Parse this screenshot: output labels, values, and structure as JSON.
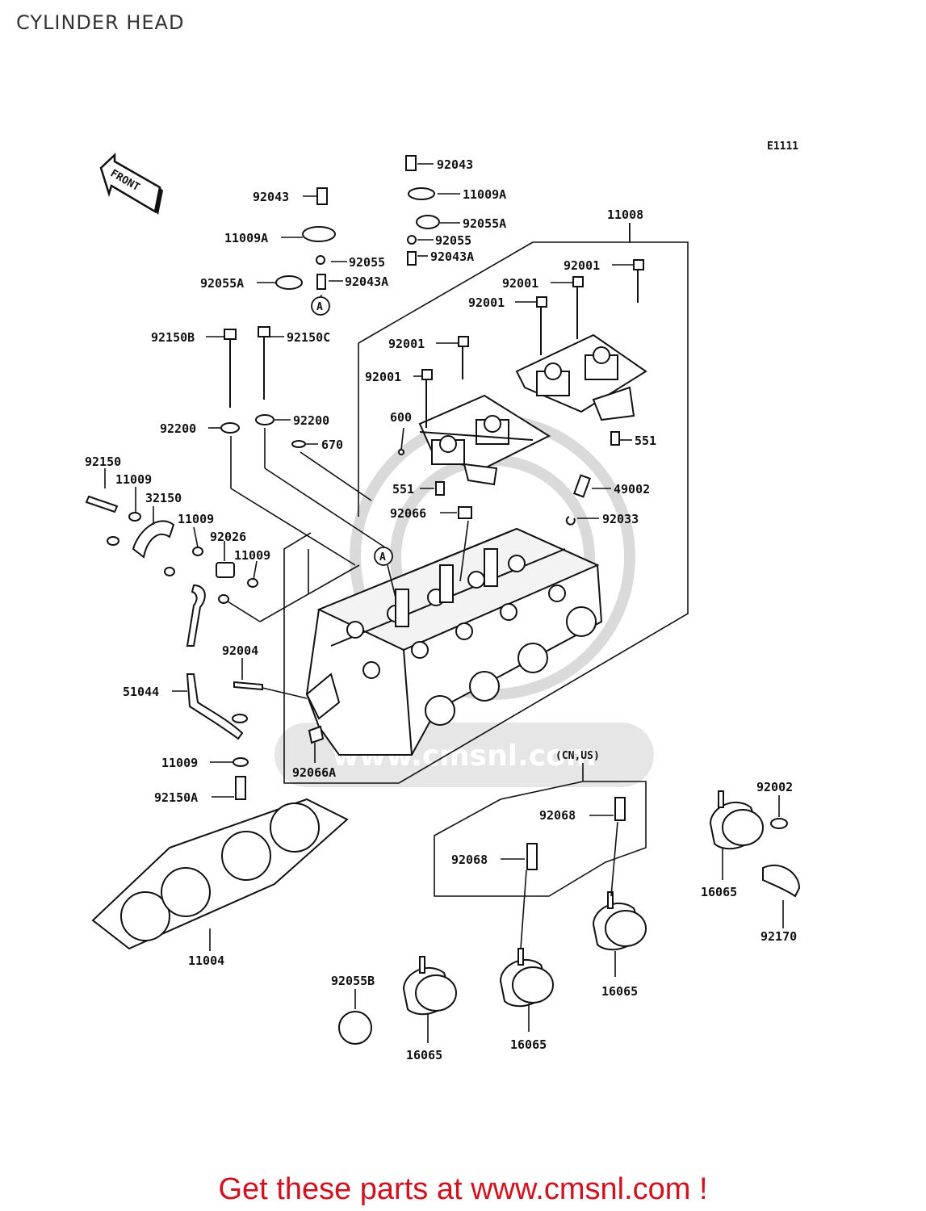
{
  "title": "CYLINDER HEAD",
  "figure_code": "E1111",
  "front_label": "FRONT",
  "region_note": "(CN,US)",
  "reference_mark": "A",
  "watermark_url": "www.cmsnl.com",
  "footer_text": "Get these parts at www.cmsnl.com !",
  "colors": {
    "footer": "#d2111e",
    "title": "#333333",
    "line": "#111111"
  },
  "parts": {
    "p11008": "11008",
    "p92043_top": "92043",
    "p11009A_top": "11009A",
    "p92055A_top": "92055A",
    "p92055_top": "92055",
    "p92043A_top": "92043A",
    "p92043_left": "92043",
    "p11009A_left": "11009A",
    "p92055_left": "92055",
    "p92055A_left": "92055A",
    "p92043A_left": "92043A",
    "p92001_a": "92001",
    "p92001_b": "92001",
    "p92001_c": "92001",
    "p92001_d": "92001",
    "p92001_e": "92001",
    "p92150B": "92150B",
    "p92150C": "92150C",
    "p92200_a": "92200",
    "p92200_b": "92200",
    "p600": "600",
    "p670": "670",
    "p551_a": "551",
    "p551_b": "551",
    "p49002": "49002",
    "p92066": "92066",
    "p92033": "92033",
    "p92150": "92150",
    "p11009_a": "11009",
    "p32150": "32150",
    "p11009_b": "11009",
    "p92026": "92026",
    "p11009_c": "11009",
    "p92004": "92004",
    "p51044": "51044",
    "p11009_d": "11009",
    "p92150A": "92150A",
    "p92066A": "92066A",
    "p11004": "11004",
    "p92068_a": "92068",
    "p92068_b": "92068",
    "p92002": "92002",
    "p16065_a": "16065",
    "p16065_b": "16065",
    "p16065_c": "16065",
    "p16065_d": "16065",
    "p92170": "92170",
    "p92055B": "92055B"
  }
}
